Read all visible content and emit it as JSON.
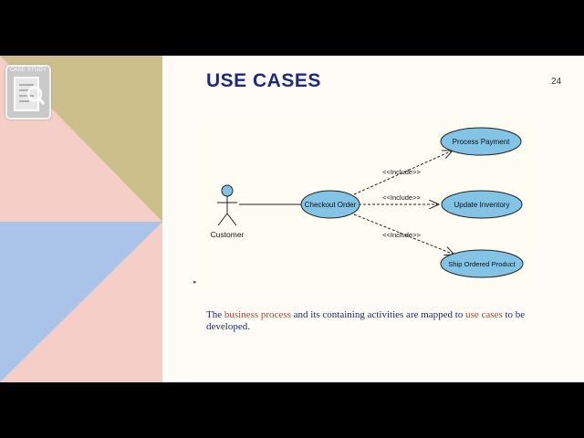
{
  "slide": {
    "title": "USE CASES",
    "page_number": "24",
    "badge_label": "CASE STUDY",
    "caption": {
      "part1": "The ",
      "highlight1": "business process",
      "part2": " and its containing activities are mapped to ",
      "highlight2": "use cases",
      "part3": " to be developed."
    }
  },
  "diagram": {
    "actor": "Customer",
    "main_use_case": "Checkout Order",
    "included_use_cases": [
      "Process Payment",
      "Update Inventory",
      "Ship Ordered Product"
    ],
    "relation_label": "<<Include>>"
  },
  "colors": {
    "title": "#1f2a7a",
    "highlight": "#b5442e",
    "use_case_fill": "#82c3e6",
    "deco_tan": "#cdbf8c",
    "deco_pink": "#f5cfc7",
    "deco_blue": "#a9c4e8"
  }
}
